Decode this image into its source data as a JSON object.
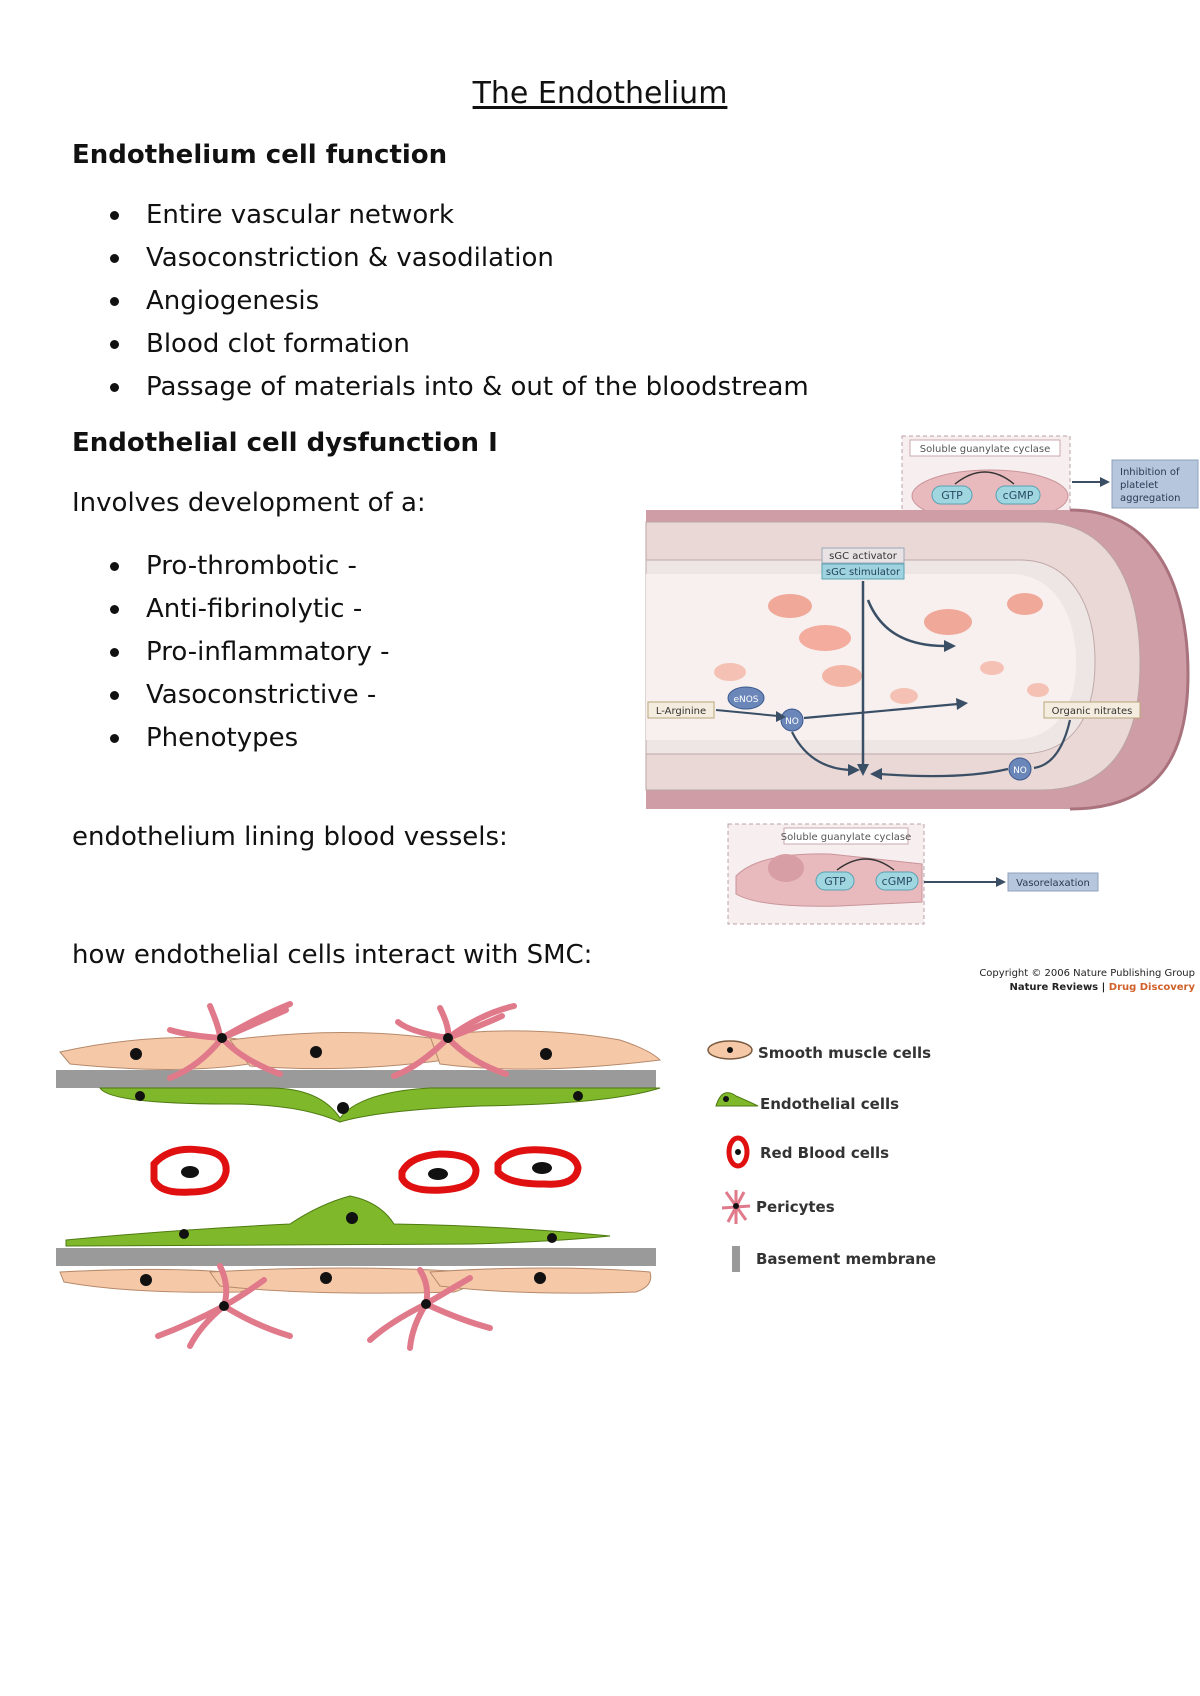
{
  "title": "The Endothelium",
  "section1": {
    "heading": "Endothelium cell function",
    "items": [
      "Entire vascular network",
      "Vasoconstriction & vasodilation",
      "Angiogenesis",
      "Blood clot formation",
      "Passage of materials into & out of the bloodstream"
    ]
  },
  "section2": {
    "heading": "Endothelial cell dysfunction I",
    "intro": "Involves development of a:",
    "items": [
      "Pro-thrombotic -",
      "Anti-fibrinolytic -",
      "Pro-inflammatory -",
      "Vasoconstrictive -",
      "Phenotypes"
    ]
  },
  "lining_label": "endothelium lining blood vessels:",
  "smc_label": "how endothelial cells interact with SMC:",
  "vessel_figure": {
    "top_box_title": "Soluble guanylate cyclase",
    "bottom_box_title": "Soluble guanylate cyclase",
    "gtp": "GTP",
    "cgmp": "cGMP",
    "platelet_effect": [
      "Inhibition of",
      "platelet",
      "aggregation"
    ],
    "vasorelaxation": "Vasorelaxation",
    "sgc_activator": "sGC activator",
    "sgc_stimulator": "sGC stimulator",
    "l_arginine": "L-Arginine",
    "enos": "eNOS",
    "no": "NO",
    "organic_nitrates": "Organic nitrates",
    "copyright_line1": "Copyright © 2006 Nature Publishing Group",
    "copyright_journal": "Nature Reviews",
    "copyright_sep": " | ",
    "copyright_section": "Drug Discovery"
  },
  "legend": {
    "smooth_muscle": "Smooth muscle cells",
    "endothelial": "Endothelial cells",
    "rbc": "Red Blood cells",
    "pericytes": "Pericytes",
    "basement": "Basement membrane"
  },
  "colors": {
    "smc_fill": "#f5c9a8",
    "endothelial_fill": "#7fb82a",
    "rbc_stroke": "#e01010",
    "pericyte": "#e07a8a",
    "membrane": "#9a9a9a",
    "vessel_wall": "#cf9da6",
    "copyright_accent": "#d0602a"
  }
}
